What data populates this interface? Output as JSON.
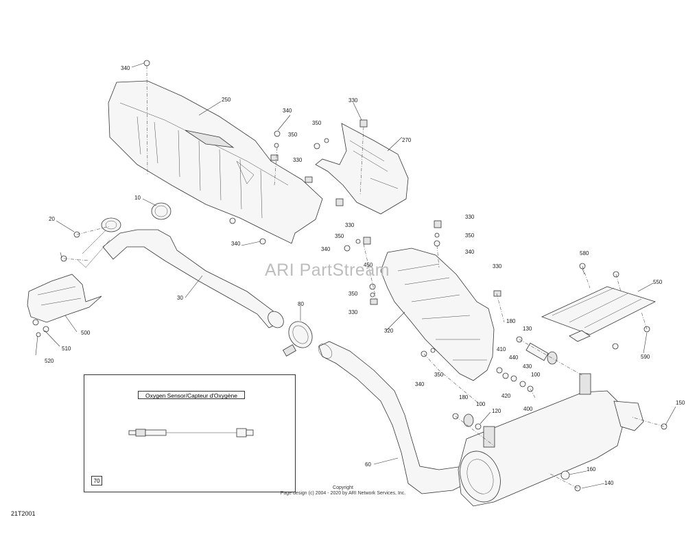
{
  "watermark": "ARI PartStream",
  "inset": {
    "title": "Oxygen Sensor/Capteur d'Oxygène",
    "ref": "70"
  },
  "copyright": {
    "line1": "Copyright",
    "line2": "Page design (c) 2004 - 2020 by ARI Network Services, Inc."
  },
  "diagram_id": "21T2001",
  "callouts": [
    "340",
    "250",
    "340",
    "350",
    "330",
    "270",
    "350",
    "330",
    "10",
    "20",
    "340",
    "330",
    "330",
    "350",
    "340",
    "350",
    "340",
    "450",
    "30",
    "350",
    "330",
    "80",
    "580",
    "550",
    "330",
    "500",
    "320",
    "180",
    "130",
    "510",
    "520",
    "410",
    "440",
    "430",
    "100",
    "350",
    "340",
    "420",
    "400",
    "180",
    "100",
    "120",
    "150",
    "60",
    "160",
    "140",
    "590"
  ]
}
